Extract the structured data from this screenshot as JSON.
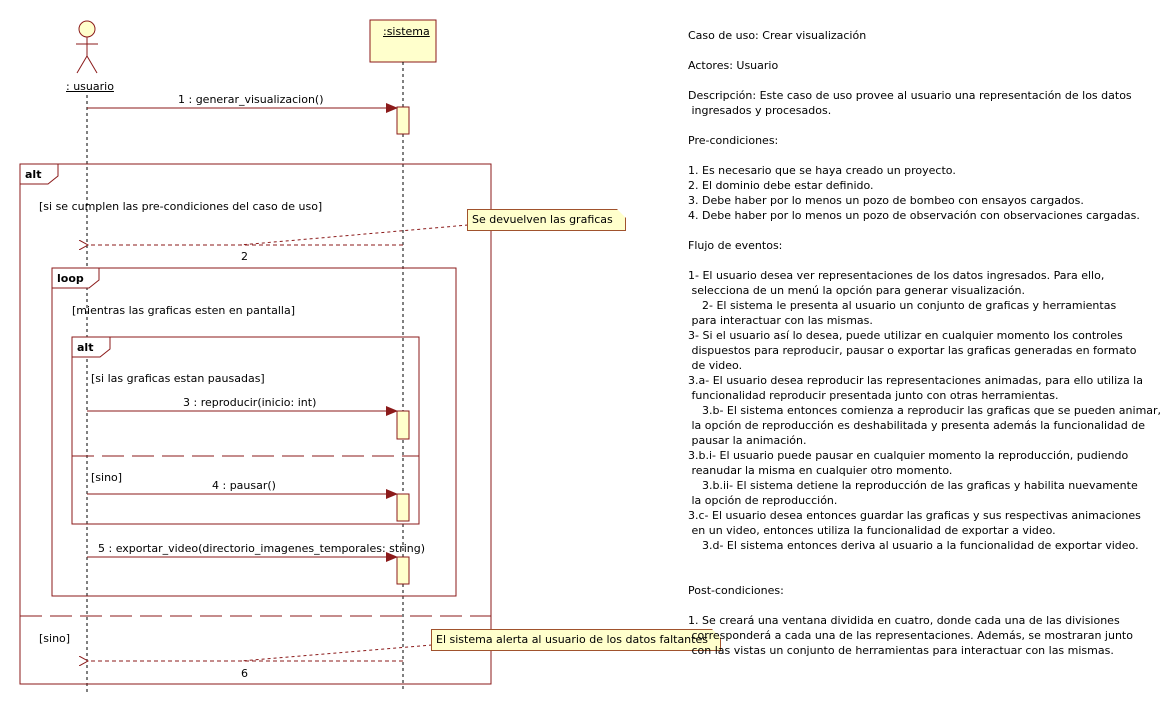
{
  "actor": {
    "name": ": usuario"
  },
  "system": {
    "name": ":sistema"
  },
  "fragments": {
    "alt_outer": {
      "keyword": "alt",
      "guard_true": "[si se cumplen las pre-condiciones del caso de uso]",
      "guard_else": "[sino]"
    },
    "loop": {
      "keyword": "loop",
      "guard": "[mientras las graficas esten en pantalla]"
    },
    "alt_inner": {
      "keyword": "alt",
      "guard_true": "[si las graficas estan pausadas]",
      "guard_else": "[sino]"
    }
  },
  "messages": [
    {
      "label": "1 : generar_visualizacion()"
    },
    {
      "label": "2"
    },
    {
      "label": "3 : reproducir(inicio: int)"
    },
    {
      "label": "4 : pausar()"
    },
    {
      "label": "5 : exportar_video(directorio_imagenes_temporales: string)"
    },
    {
      "label": "6"
    }
  ],
  "notes": {
    "graficas": "Se devuelven las graficas",
    "alerta": "El sistema alerta al usuario de los datos faltantes"
  },
  "doc": {
    "lines": [
      "Caso de uso: Crear visualización",
      "",
      "Actores: Usuario",
      "",
      "Descripción: Este caso de uso provee al usuario una representación de los datos",
      " ingresados y procesados.",
      "",
      "Pre-condiciones:",
      "",
      "1. Es necesario que se haya creado un proyecto.",
      "2. El dominio debe estar definido.",
      "3. Debe haber por lo menos un pozo de bombeo con ensayos cargados.",
      "4. Debe haber por lo menos un pozo de observación con observaciones cargadas.",
      "",
      "Flujo de eventos:",
      "",
      "1- El usuario desea ver representaciones de los datos ingresados. Para ello,",
      " selecciona de un menú la opción para generar visualización.",
      "    2- El sistema le presenta al usuario un conjunto de graficas y herramientas",
      " para interactuar con las mismas.",
      "3- Si el usuario así lo desea, puede utilizar en cualquier momento los controles",
      " dispuestos para reproducir, pausar o exportar las graficas generadas en formato",
      " de video.",
      "3.a- El usuario desea reproducir las representaciones animadas, para ello utiliza la",
      " funcionalidad reproducir presentada junto con otras herramientas.",
      "    3.b- El sistema entonces comienza a reproducir las graficas que se pueden animar,",
      " la opción de reproducción es deshabilitada y presenta además la funcionalidad de",
      " pausar la animación.",
      "3.b.i- El usuario puede pausar en cualquier momento la reproducción, pudiendo",
      " reanudar la misma en cualquier otro momento.",
      "    3.b.ii- El sistema detiene la reproducción de las graficas y habilita nuevamente",
      " la opción de reproducción.",
      "3.c- El usuario desea entonces guardar las graficas y sus respectivas animaciones",
      " en un video, entonces utiliza la funcionalidad de exportar a video.",
      "    3.d- El sistema entonces deriva al usuario a la funcionalidad de exportar video.",
      "",
      "",
      "Post-condiciones:",
      "",
      "1. Se creará una ventana dividida en cuatro, donde cada una de las divisiones",
      " corresponderá a cada una de las representaciones. Además, se mostraran junto",
      " con las vistas un conjunto de herramientas para interactuar con las mismas."
    ]
  }
}
